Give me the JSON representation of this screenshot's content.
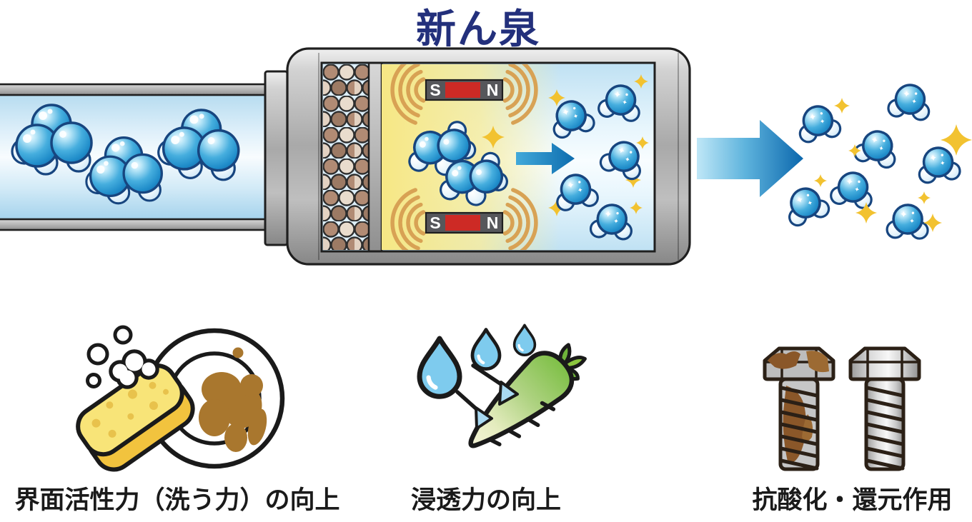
{
  "title": "新ん泉",
  "device": {
    "magnet": {
      "south_label": "S",
      "north_label": "N"
    }
  },
  "benefits": [
    {
      "icon": "sponge-dirty-dish-icon",
      "label": "界面活性力（洗う力）の向上"
    },
    {
      "icon": "water-drops-radish-icon",
      "label": "浸透力の向上"
    },
    {
      "icon": "rusty-vs-clean-bolt-icon",
      "label": "抗酸化・還元作用"
    }
  ],
  "colors": {
    "title_blue": "#23307c",
    "magnet_red": "#cd2a25",
    "magnet_body_gray": "#56575b",
    "magnetic_wave_tan": "#d8a254",
    "molecule_blue": "#2e9fd9",
    "molecule_outline_navy": "#17457f",
    "sparkle_gold": "#f2c230",
    "flow_arrow_blue": "#0d6cae",
    "pipe_metal_gray": "#a9a9a9",
    "water_light_blue": "#cfe9f7",
    "chamber_yellow": "#f6e784",
    "ceramic_ball_tan": "#b18b74",
    "ceramic_ball_cream": "#e9dccd",
    "sponge_yellow": "#f8e478",
    "stain_brown": "#a9772e",
    "drop_blue": "#7ecbee",
    "radish_green": "#7dbf45",
    "rust_brown": "#8a5729",
    "bolt_gray": "#c6c6c6",
    "caption_black": "#1a1a1a"
  }
}
